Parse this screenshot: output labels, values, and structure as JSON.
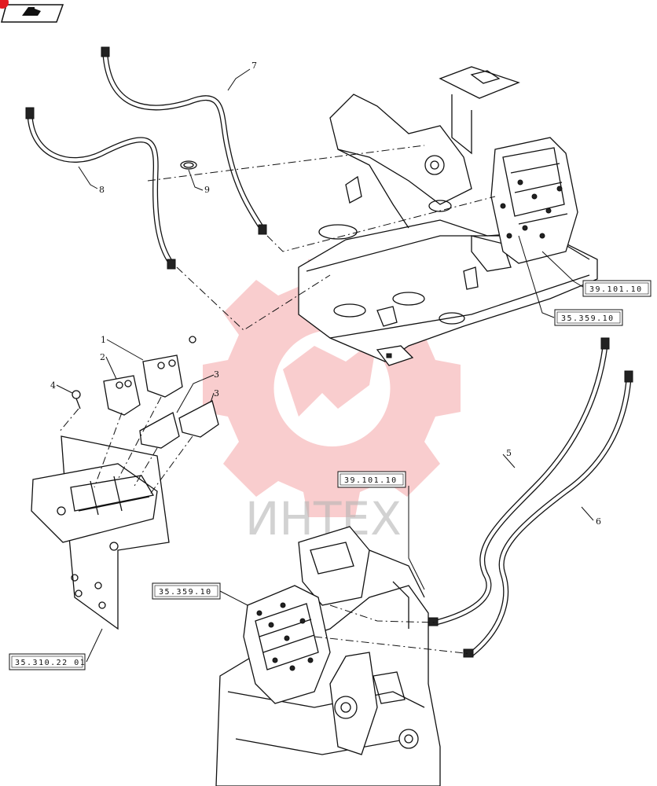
{
  "nav": {
    "icon": "return-arrow-icon",
    "badge_color": "#e21b22"
  },
  "watermark": {
    "text": "ИНТЕХ",
    "color": "#e21b22"
  },
  "callouts": {
    "c1": "1",
    "c2": "2",
    "c3a": "3",
    "c3b": "3",
    "c4": "4",
    "c5": "5",
    "c6": "6",
    "c7": "7",
    "c8": "8",
    "c9": "9"
  },
  "refs": {
    "r1": "39.101.10",
    "r2": "35.359.10",
    "r3": "39.101.10",
    "r4": "35.359.10",
    "r5": "35.310.22 01"
  }
}
